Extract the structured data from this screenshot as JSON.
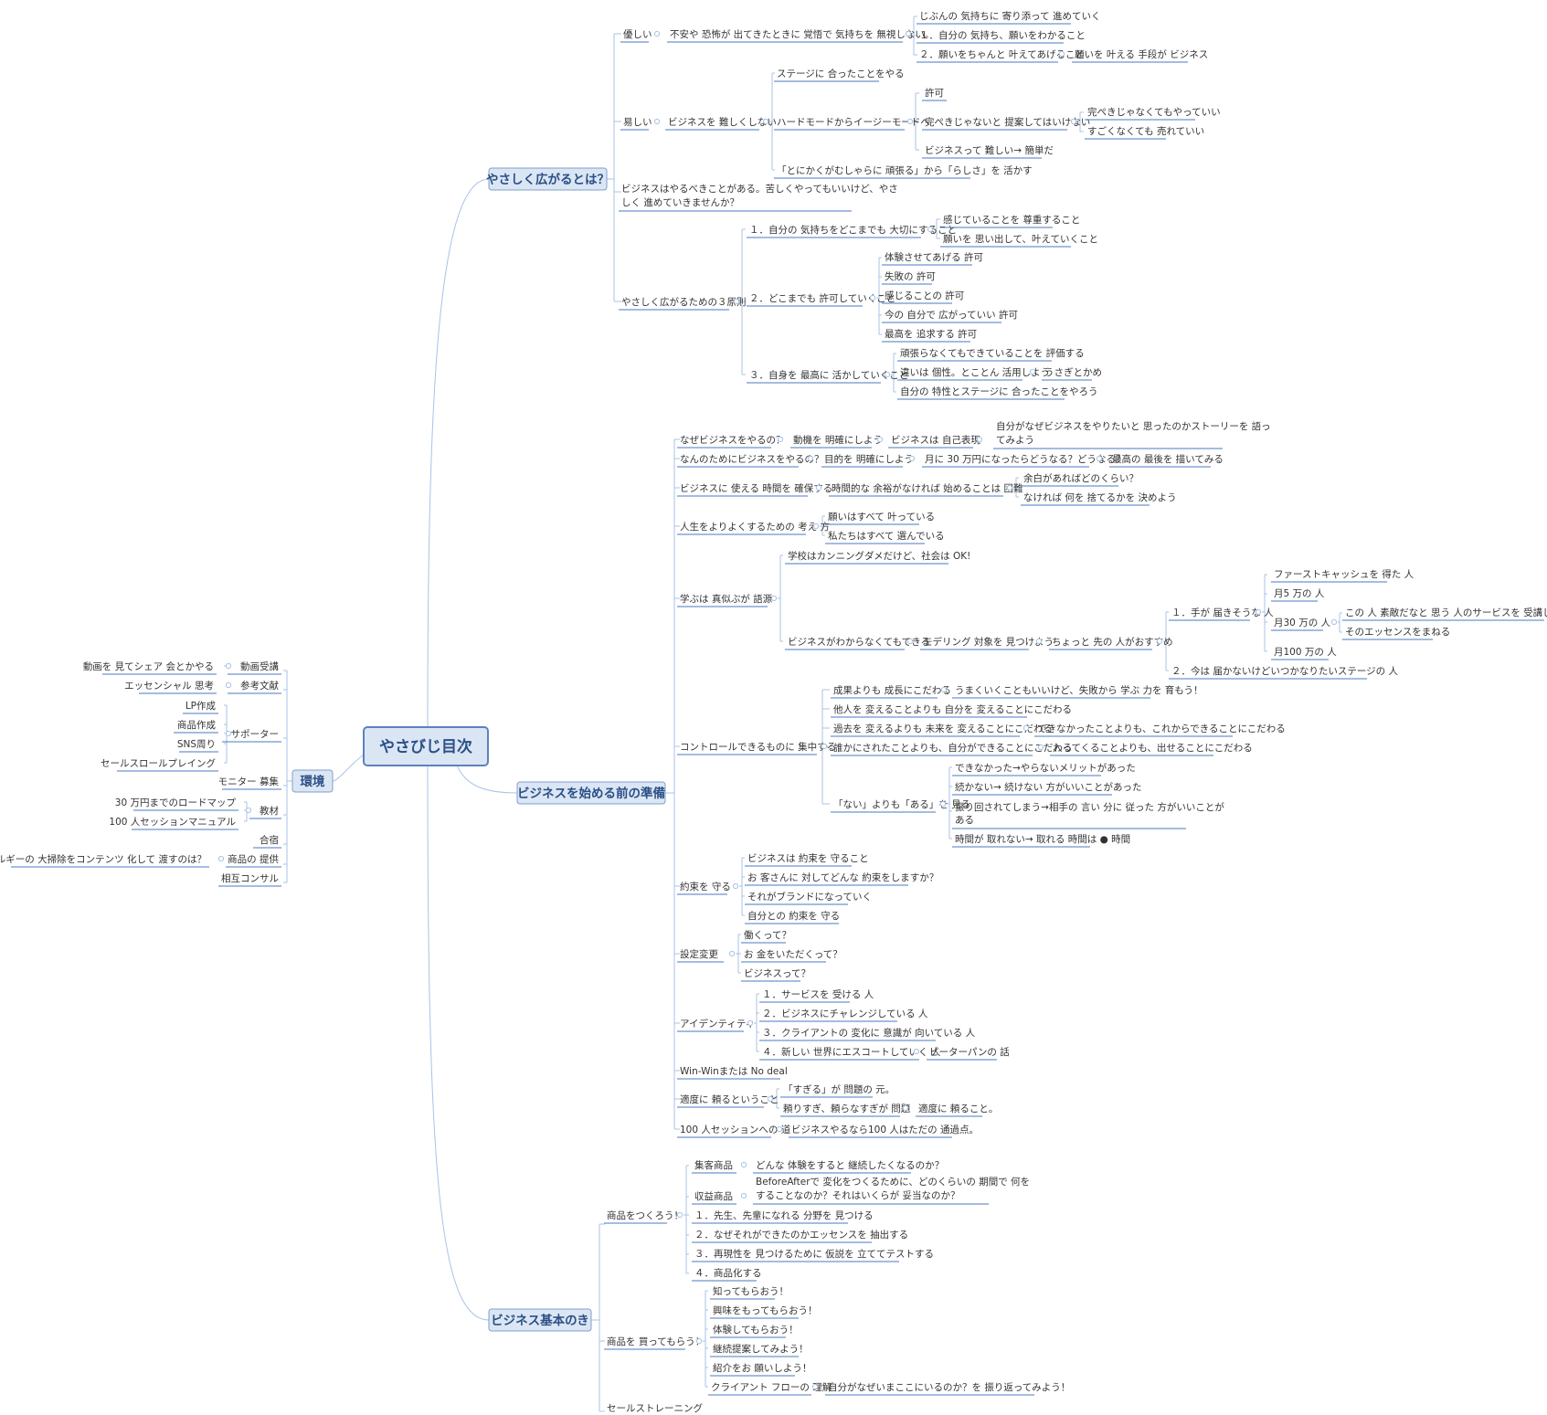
{
  "mindmap": {
    "root": "やさびじ目次",
    "environment": {
      "label": "環境",
      "items": {
        "videoCourse": {
          "label": "動画受講",
          "child": "動画を 見てシェア 会とかやる"
        },
        "reference": {
          "label": "参考文献",
          "child": "エッセンシャル 思考"
        },
        "supporter": {
          "label": "サポーター",
          "children": [
            "LP作成",
            "商品作成",
            "SNS周り",
            "セールスロールプレイング"
          ]
        },
        "monitor": {
          "label": "モニター 募集"
        },
        "material": {
          "label": "教材",
          "children": [
            "30 万円までのロードマップ",
            "100 人セッションマニュアル"
          ]
        },
        "camp": {
          "label": "合宿"
        },
        "productOffer": {
          "label": "商品の 提供",
          "child": "エネルギーの 大掃除をコンテンツ 化して 渡すのは？"
        },
        "mutualConsult": {
          "label": "相互コンサル"
        }
      }
    },
    "yasashiku": {
      "label": "やさしく広がるとは？",
      "gentle": {
        "label": "優しい",
        "child": "不安や 恐怖が 出てきたときに 覚悟で 気持ちを 無視しない。",
        "grand": [
          "じぶんの 気持ちに 寄り添って 進めていく",
          "１．自分の 気持ち、願いをわかること",
          "２．願いをちゃんと 叶えてあげること"
        ],
        "grand2child": "願いを 叶える 手段が ビジネス"
      },
      "easy": {
        "label": "易しい",
        "child": "ビジネスを 難しくしない",
        "a": "ステージに 合ったことをやる",
        "b": "ハードモードからイージーモードへ",
        "b1": "許可",
        "b2": "完ぺきじゃないと 提案してはいけない",
        "b2a": "完ぺきじゃなくてもやっていい",
        "b2b": "すごくなくても 売れていい",
        "b3": "ビジネスって 難しい→ 簡単だ",
        "c": "「とにかくがむしゃらに 頑張る」から「らしさ」を 活かす"
      },
      "note1": "ビジネスはやるべきことがある。苦しくやってもいいけど、やさ",
      "note2": "しく 進めていきませんか？",
      "principles": {
        "label": "やさしく広がるための３原則",
        "p1": "１．自分の 気持ちをどこまでも 大切にすること",
        "p1a": "感じていることを 尊重すること",
        "p1b": "願いを 思い出して、叶えていくこと",
        "p2": "２．どこまでも 許可していくこと",
        "p2items": [
          "体験させてあげる 許可",
          "失敗の 許可",
          "感じることの 許可",
          "今の 自分で 広がっていい 許可",
          "最高を 追求する 許可"
        ],
        "p3": "３．自身を 最高に 活かしていくこと",
        "p3a": "頑張らなくてもできていることを 評価する",
        "p3b": "違いは 個性。とことん 活用しよう",
        "p3bchild": "うさぎとかめ",
        "p3c": "自分の 特性とステージに 合ったことをやろう"
      }
    },
    "prep": {
      "label": "ビジネスを始める前の準備",
      "why": {
        "label": "なぜビジネスをやるの？",
        "a": "動機を 明確にしよう",
        "b": "ビジネスは 自己表現",
        "c1": "自分がなぜビジネスをやりたいと 思ったのかストーリーを 語っ",
        "c2": "てみよう"
      },
      "forWhat": {
        "label": "なんのためにビジネスをやるの？",
        "a": "目的を 明確にしよう",
        "b": "月に 30 万円になったらどうなる？どうなる？",
        "c": "最高の 最後を 描いてみる"
      },
      "time": {
        "label": "ビジネスに 使える 時間を 確保する",
        "a": "時間的な 余裕がなければ 始めることは 困難",
        "b1": "余白があればどのくらい？",
        "b2": "なければ 何を 捨てるかを 決めよう"
      },
      "life": {
        "label": "人生をよりよくするための 考え 方",
        "a": "願いはすべて 叶っている",
        "b": "私たちはすべて 選んでいる"
      },
      "learn": {
        "label": "学ぶは 真似ぶが 語源",
        "a": "学校はカンニングダメだけど、社会は OK!",
        "b": "ビジネスがわからなくてもできる",
        "c": "モデリング 対象を 見つけよう",
        "d": "ちょっと 先の 人がおすすめ",
        "e1": "１．手が 届きそうな 人",
        "e1items": {
          "cash": "ファーストキャッシュを 得た 人",
          "m5": "月5 万の 人",
          "m30": "月30 万の 人",
          "m100": "月100 万の 人"
        },
        "m30a": "この 人 素敵だなと 思う 人のサービスを 受講してみる",
        "m30b": "そのエッセンスをまねる",
        "e2": "２．今は 届かないけどいつかなりたいステージの 人"
      },
      "control": {
        "label": "コントロールできるものに 集中する",
        "a": "成果よりも 成長にこだわる",
        "achild": "うまくいくこともいいけど、失敗から 学ぶ 力を 育もう！",
        "b": "他人を 変えることよりも 自分を 変えることにこだわる",
        "c": "過去を 変えるよりも 未来を 変えることにこだわる",
        "cchild": "できなかったことよりも、これからできることにこだわる",
        "d": "誰かにされたことよりも、自分ができることにこだわる",
        "dchild": "入ってくることよりも、出せることにこだわる",
        "e": "「ない」よりも「ある」を 見る",
        "eitems": {
          "a": "できなかった→やらないメリットがあった",
          "b": "続かない→ 続けない 方がいいことがあった",
          "c1": "振り回されてしまう→相手の 言い 分に 従った 方がいいことが",
          "c2": "ある",
          "d": "時間が 取れない→ 取れる 時間は ● 時間"
        }
      },
      "promise": {
        "label": "約束を 守る",
        "items": [
          "ビジネスは 約束を 守ること",
          "お 客さんに 対してどんな 約束をしますか？",
          "それがブランドになっていく",
          "自分との 約束を 守る"
        ]
      },
      "settings": {
        "label": "設定変更",
        "items": [
          "働くって？",
          "お 金をいただくって？",
          "ビジネスって？"
        ]
      },
      "identity": {
        "label": "アイデンティティ",
        "items": [
          "１．サービスを 受ける 人",
          "２．ビジネスにチャレンジしている 人",
          "３．クライアントの 変化に 意識が 向いている 人",
          "４．新しい 世界にエスコートしていく 人"
        ],
        "child": "ピーターパンの 話"
      },
      "winwin": {
        "label": "Win-Winまたは No deal"
      },
      "moderate": {
        "label": "適度に 頼るということ",
        "a": "「すぎる」が 問題の 元。",
        "b": "頼りすぎ、頼らなすぎが 問題",
        "bchild": "適度に 頼ること。"
      },
      "session": {
        "label": "100 人セッションへの 道",
        "child": "ビジネスやるなら100 人はただの 通過点。"
      }
    },
    "basics": {
      "label": "ビジネス基本のき",
      "make": {
        "label": "商品をつくろう！",
        "attract": "集客商品",
        "attractChild": "どんな 体験をすると 継続したくなるのか？",
        "revenue": "収益商品",
        "revenueChild1": "BeforeAfterで 変化をつくるために、どのくらいの 期間で 何を",
        "revenueChild2": "することなのか？それはいくらが 妥当なのか？",
        "steps": [
          "１．先生、先輩になれる 分野を 見つける",
          "２．なぜそれができたのかエッセンスを 抽出する",
          "３．再現性を 見つけるために 仮説を 立ててテストする",
          "４．商品化する"
        ]
      },
      "buy": {
        "label": "商品を 買ってもらう！",
        "items": [
          "知ってもらおう！",
          "興味をもってもらおう！",
          "体験してもらおう！",
          "継続提案してみよう！",
          "紹介をお 願いしよう！"
        ],
        "flow": "クライアント フローの 理解",
        "flowChild": "自分がなぜいまここにいるのか？を 振り返ってみよう！"
      },
      "sales": {
        "label": "セールストレーニング"
      }
    }
  }
}
